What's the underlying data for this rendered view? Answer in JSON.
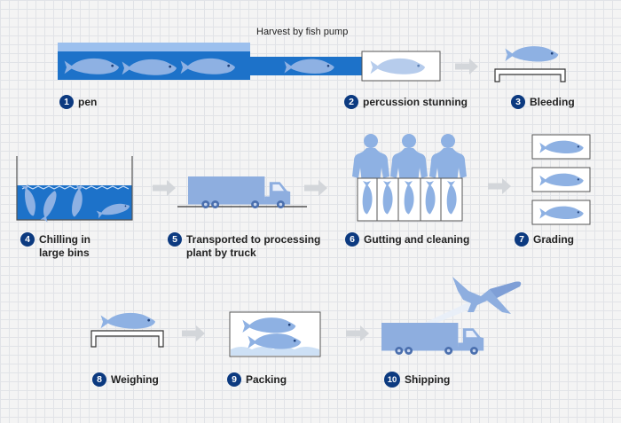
{
  "caption": "Harvest by fish pump",
  "steps": [
    {
      "number": "1",
      "label": "pen"
    },
    {
      "number": "2",
      "label": "percussion stunning"
    },
    {
      "number": "3",
      "label": "Bleeding"
    },
    {
      "number": "4",
      "label": "Chilling in large bins"
    },
    {
      "number": "5",
      "label": "Transported to processing plant by truck"
    },
    {
      "number": "6",
      "label": "Gutting and cleaning"
    },
    {
      "number": "7",
      "label": "Grading"
    },
    {
      "number": "8",
      "label": "Weighing"
    },
    {
      "number": "9",
      "label": "Packing"
    },
    {
      "number": "10",
      "label": "Shipping"
    }
  ],
  "colors": {
    "fish": "#8eb1e3",
    "water": "#1d72c9",
    "badge": "#0c3a80",
    "arrow": "#d3d6da",
    "truck": "#8eaedf"
  }
}
